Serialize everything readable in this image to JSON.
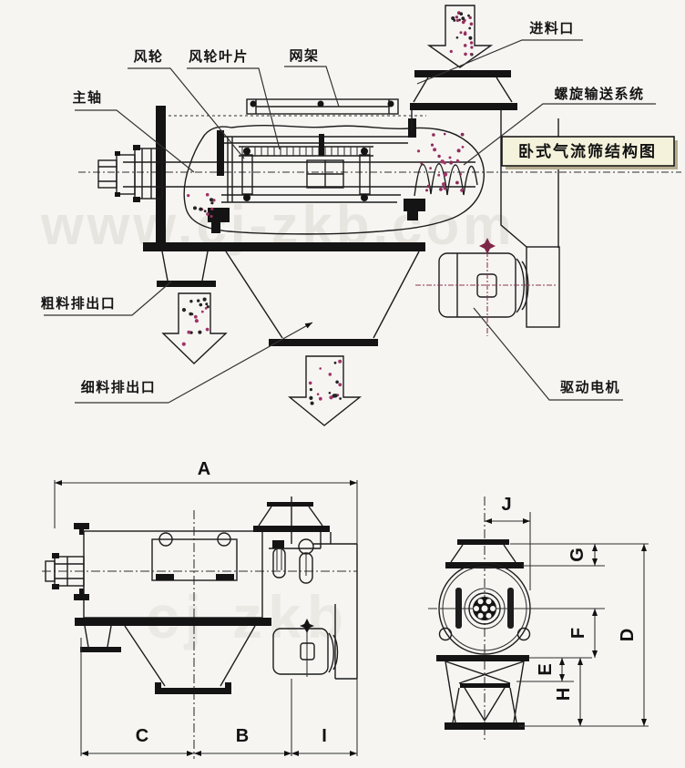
{
  "title_box": {
    "text": "卧式气流筛结构图"
  },
  "annotations": {
    "main_shaft": "主轴",
    "wind_wheel": "风轮",
    "wind_wheel_blade": "风轮叶片",
    "mesh_frame": "网架",
    "feed_inlet": "进料口",
    "screw_conveyor": "螺旋输送系统",
    "coarse_outlet": "粗料排出口",
    "fine_outlet": "细料排出口",
    "drive_motor": "驱动电机"
  },
  "dimensions": {
    "A": "A",
    "B": "B",
    "C": "C",
    "D": "D",
    "E": "E",
    "F": "F",
    "G": "G",
    "H": "H",
    "I": "I",
    "J": "J"
  },
  "watermark": {
    "top": "www.cj-zkb.com",
    "bottom": "cj-zkb"
  },
  "colors": {
    "line": "#1c1c1c",
    "accent_red": "#8f3554",
    "particle_magenta": "#a03468",
    "particle_dark": "#2a2a2a",
    "title_bg": "#f5f2dc",
    "background": "#f6f5f2"
  }
}
